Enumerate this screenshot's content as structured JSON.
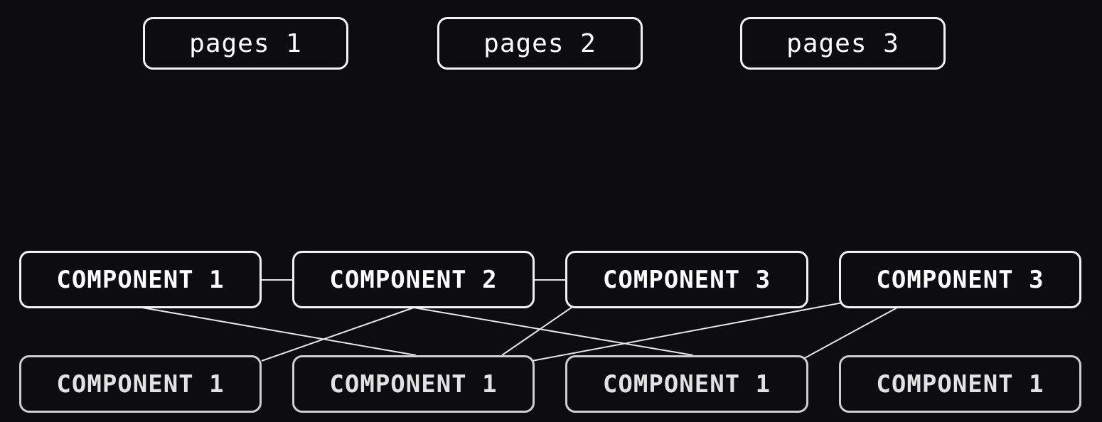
{
  "pages": [
    {
      "label": "pages 1"
    },
    {
      "label": "pages 2"
    },
    {
      "label": "pages 3"
    }
  ],
  "top_components": [
    {
      "label": "COMPONENT 1"
    },
    {
      "label": "COMPONENT 2"
    },
    {
      "label": "COMPONENT 3"
    },
    {
      "label": "COMPONENT 3"
    }
  ],
  "bottom_components": [
    {
      "label": "COMPONENT 1"
    },
    {
      "label": "COMPONENT 1"
    },
    {
      "label": "COMPONENT 1"
    },
    {
      "label": "COMPONENT 1"
    }
  ],
  "colors": {
    "background": "#0d0c0e",
    "stroke": "#f2f2f2"
  }
}
